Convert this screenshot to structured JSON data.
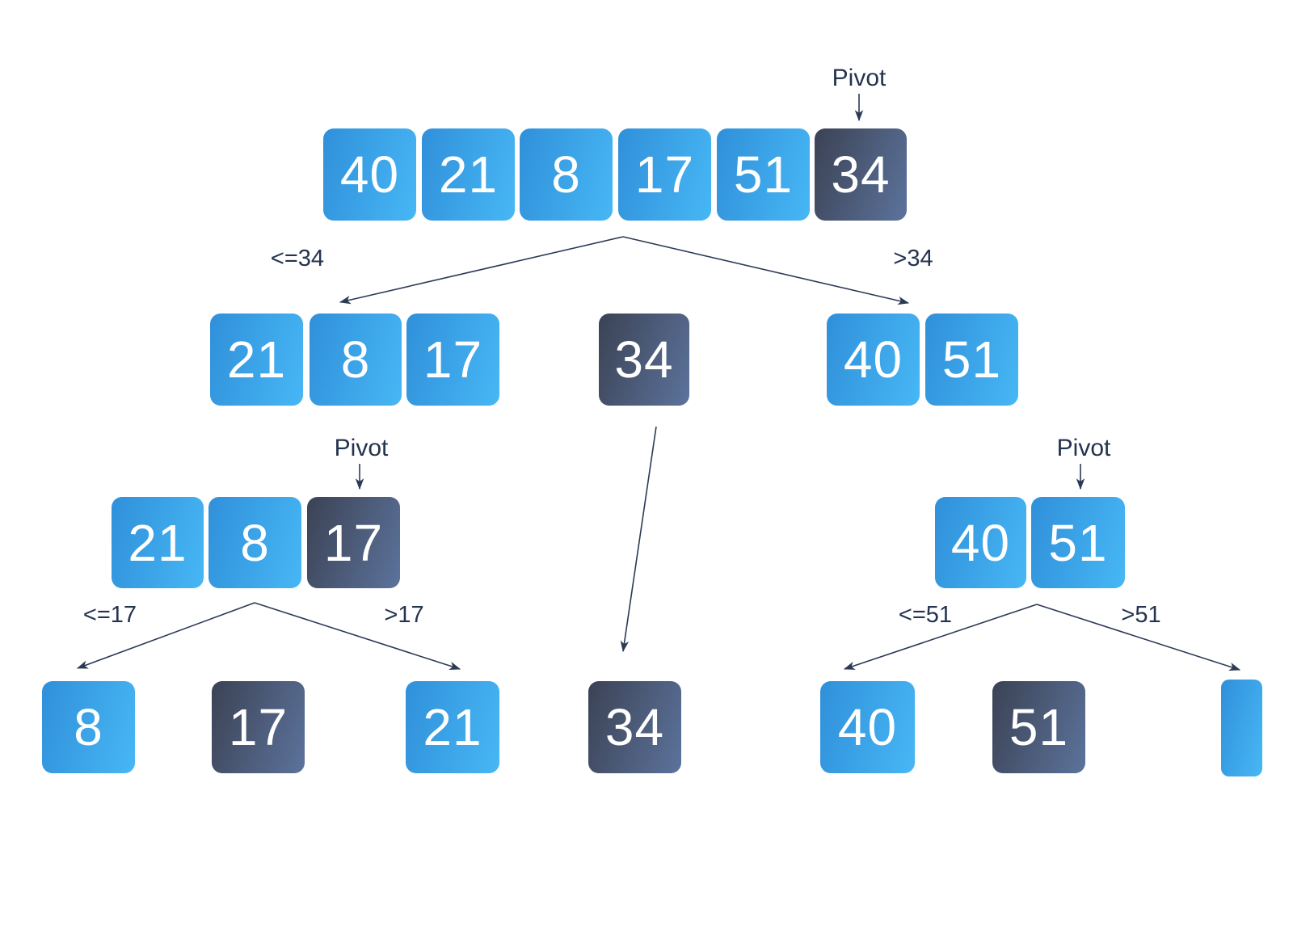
{
  "pivot_label": "Pivot",
  "colors": {
    "box_blue_start": "#3090da",
    "box_blue_end": "#47b7f5",
    "box_dark_start": "#3b4254",
    "box_dark_end": "#5c739c",
    "connector_line": "#2b3a55",
    "label_text": "#24334f",
    "number_text": "#ffffff",
    "background": "#ffffff"
  },
  "rows": {
    "row1": {
      "values": [
        "40",
        "21",
        "8",
        "17",
        "51",
        "34"
      ],
      "pivot_value": "34",
      "left_branch_label": "<=34",
      "right_branch_label": ">34"
    },
    "row2": {
      "left": [
        "21",
        "8",
        "17"
      ],
      "middle": [
        "34"
      ],
      "right": [
        "40",
        "51"
      ]
    },
    "row3": {
      "left": {
        "values": [
          "21",
          "8",
          "17"
        ],
        "pivot_value": "17",
        "left_branch_label": "<=17",
        "right_branch_label": ">17"
      },
      "right": {
        "values": [
          "40",
          "51"
        ],
        "pivot_value": "51",
        "left_branch_label": "<=51",
        "right_branch_label": ">51"
      }
    },
    "row4": {
      "values": [
        "8",
        "17",
        "21",
        "34",
        "40",
        "51"
      ],
      "empty_box": ""
    }
  }
}
